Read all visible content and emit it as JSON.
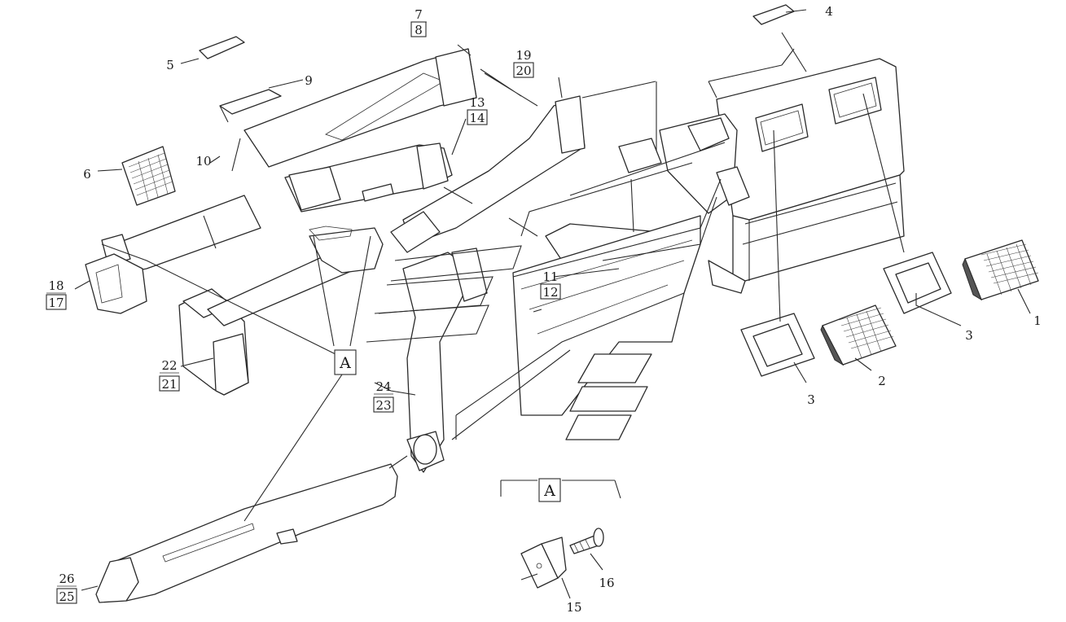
{
  "callouts": {
    "c1": "1",
    "c2": "2",
    "c3a": "3",
    "c3b": "3",
    "c4": "4",
    "c5": "5",
    "c6": "6",
    "c7": "7",
    "c8": "8",
    "c9": "9",
    "c10": "10",
    "c11": "11",
    "c12": "12",
    "c13": "13",
    "c14": "14",
    "c15": "15",
    "c16": "16",
    "c17": "17",
    "c18": "18",
    "c19": "19",
    "c20": "20",
    "c21": "21",
    "c22": "22",
    "c23": "23",
    "c24": "24",
    "c25": "25",
    "c26": "26"
  },
  "detail_label": "A",
  "detail_header_label": "A"
}
